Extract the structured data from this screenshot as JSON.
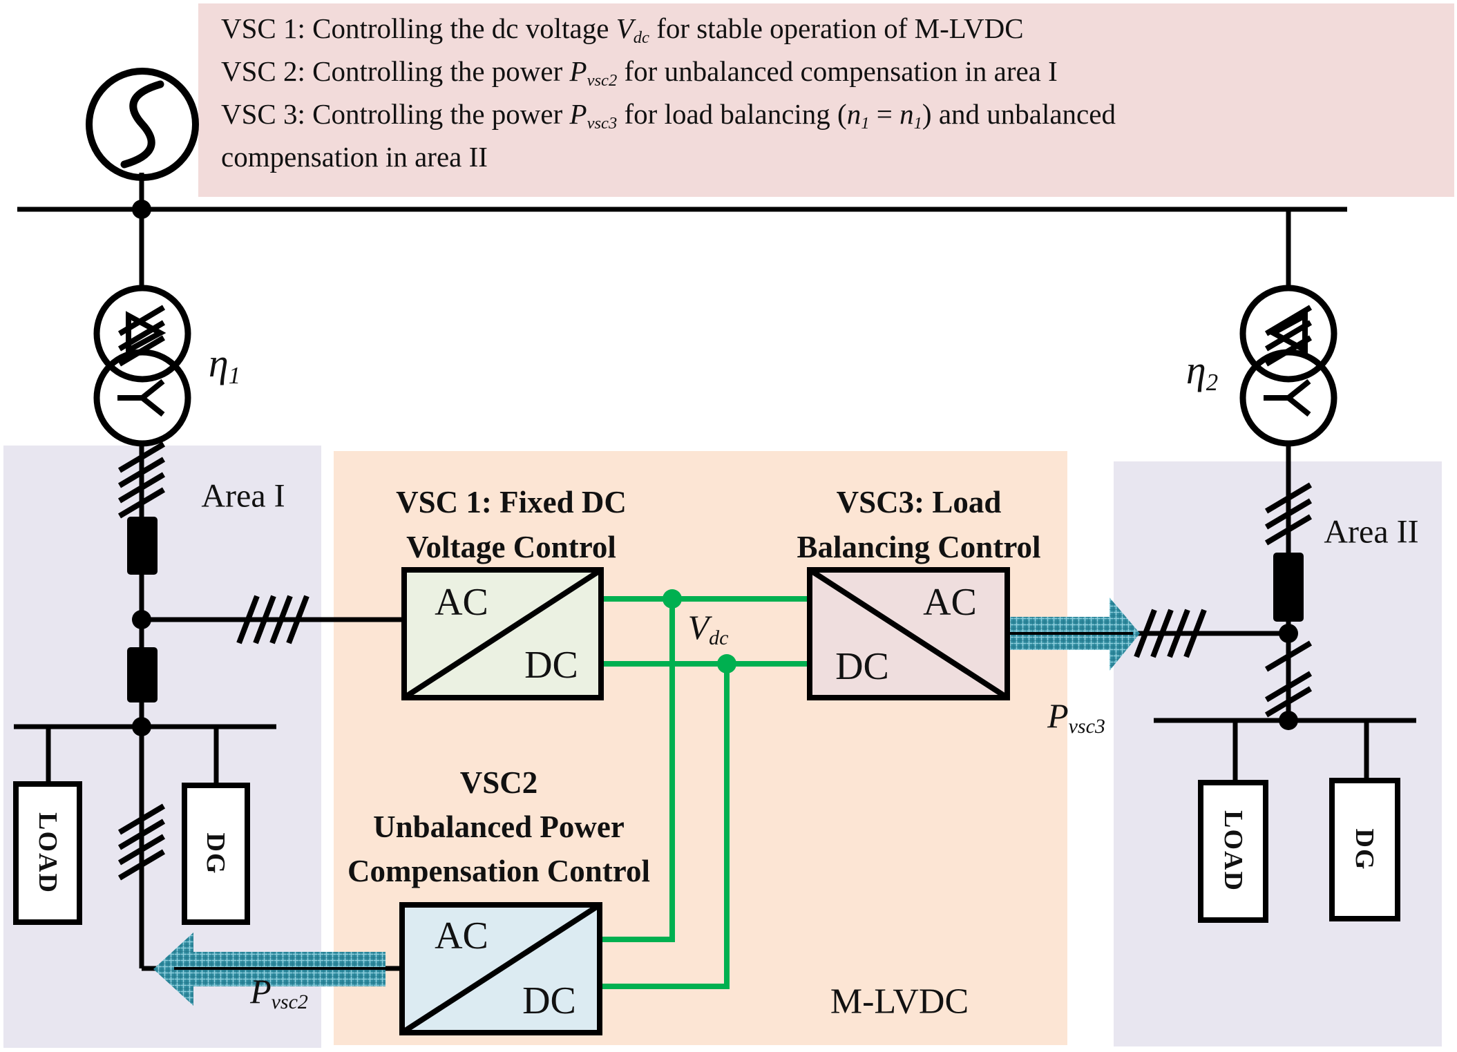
{
  "note_box": {
    "lines": [
      [
        {
          "t": "VSC 1:  Controlling the dc voltage "
        },
        {
          "i": "V"
        },
        {
          "s": "dc"
        },
        {
          "t": "  for stable operation of M-LVDC"
        }
      ],
      [
        {
          "t": "VSC 2:  Controlling the power "
        },
        {
          "i": "P"
        },
        {
          "s": "vsc2"
        },
        {
          "t": "  for unbalanced compensation in area I"
        }
      ],
      [
        {
          "t": "VSC 3:  Controlling the power "
        },
        {
          "i": "P"
        },
        {
          "s": "vsc3"
        },
        {
          "t": " for load balancing ("
        },
        {
          "i": "n"
        },
        {
          "s": "1"
        },
        {
          "t": " = "
        },
        {
          "i": "n"
        },
        {
          "s": "1"
        },
        {
          "t": ") and unbalanced"
        }
      ],
      [
        {
          "t": "compensation in area II"
        }
      ]
    ]
  },
  "areas": {
    "area1": {
      "label": "Area I",
      "load": "LOAD",
      "dg": "DG"
    },
    "area2": {
      "label": "Area II",
      "load": "LOAD",
      "dg": "DG"
    },
    "mlvdc_label": "M-LVDC"
  },
  "transformers": {
    "eta1": [
      {
        "i": "η"
      },
      {
        "s": "1"
      }
    ],
    "eta2": [
      {
        "i": "η"
      },
      {
        "s": "2"
      }
    ]
  },
  "converters": {
    "vsc1": {
      "title1": "VSC 1:  Fixed DC",
      "title2": "Voltage Control",
      "ac": "AC",
      "dc": "DC"
    },
    "vsc2": {
      "title1": "VSC2",
      "title2": "Unbalanced Power",
      "title3": "Compensation Control",
      "ac": "AC",
      "dc": "DC"
    },
    "vsc3": {
      "title1": "VSC3: Load",
      "title2": "Balancing Control",
      "ac": "AC",
      "dc": "DC"
    }
  },
  "labels": {
    "vdc": [
      {
        "i": "V"
      },
      {
        "s": "dc"
      }
    ],
    "pvsc2": [
      {
        "i": "P"
      },
      {
        "s": "vsc2"
      }
    ],
    "pvsc3": [
      {
        "i": "P"
      },
      {
        "s": "vsc3"
      }
    ]
  },
  "colors": {
    "dc_bus_green": "#00b050",
    "power_arrow_teal": "#2e8a9e",
    "power_arrow_hatch": "#8ecfdd",
    "note_bg": "#f2dbda",
    "area_bg": "#e8e6f0",
    "mlvdc_bg": "#fce5d4",
    "vsc1_fill": "#ebf1e2",
    "vsc2_fill": "#dcebf2",
    "vsc3_fill": "#efdede"
  }
}
